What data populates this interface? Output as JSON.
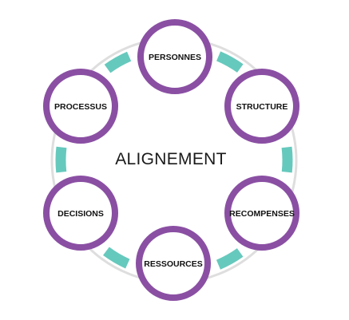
{
  "diagram": {
    "center_label": "ALIGNEMENT",
    "nodes": [
      {
        "label": "PERSONNES"
      },
      {
        "label": "STRUCTURE"
      },
      {
        "label": "RECOMPENSES"
      },
      {
        "label": "RESSOURCES"
      },
      {
        "label": "DECISIONS"
      },
      {
        "label": "PROCESSUS"
      }
    ]
  },
  "colors": {
    "node_ring": "#8a4fa3",
    "connector": "#66c9bd",
    "outer_ring": "#dedede",
    "text": "#111111"
  }
}
